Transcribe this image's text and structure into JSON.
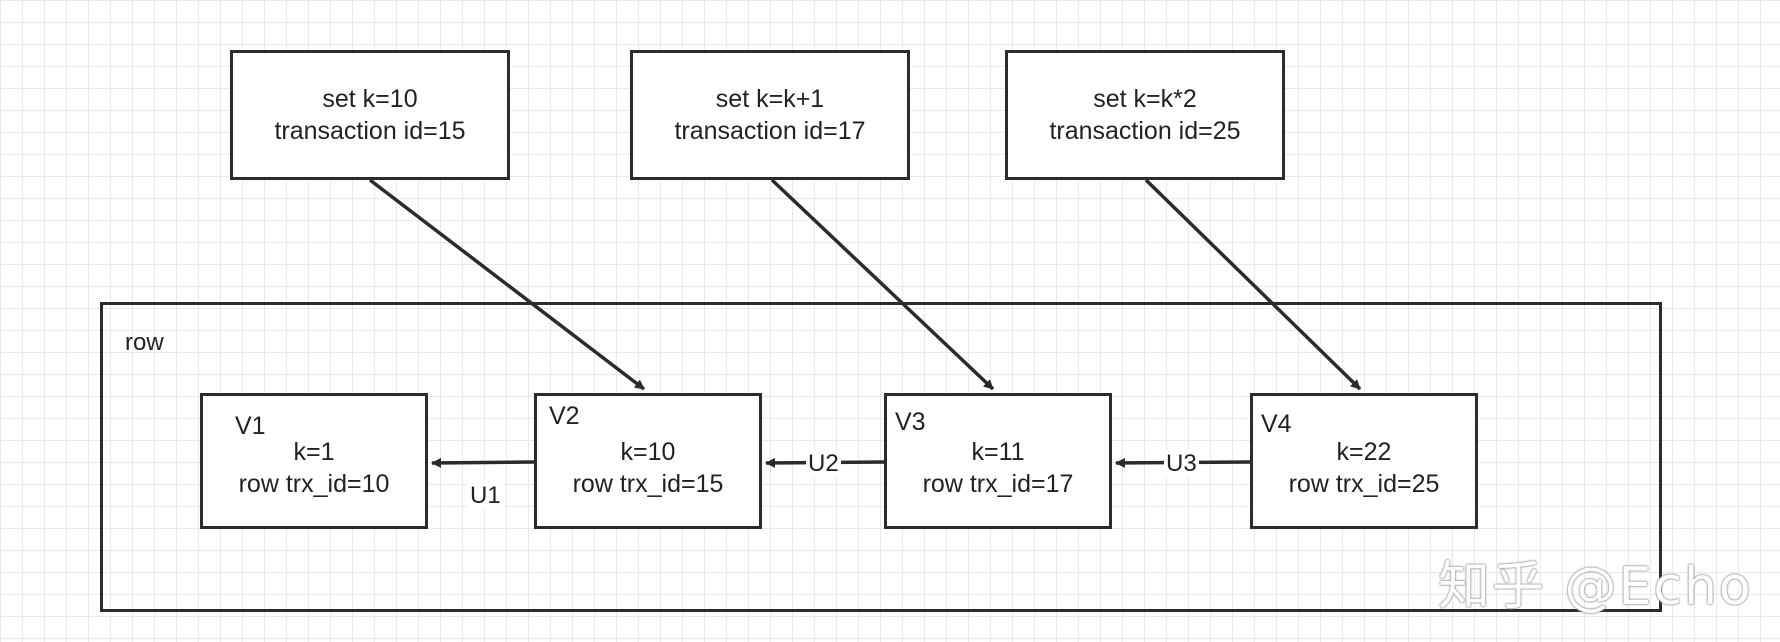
{
  "transactions": [
    {
      "line1": "set k=10",
      "line2": "transaction id=15"
    },
    {
      "line1": "set k=k+1",
      "line2": "transaction id=17"
    },
    {
      "line1": "set k=k*2",
      "line2": "transaction id=25"
    }
  ],
  "row": {
    "label": "row",
    "versions": [
      {
        "tag": "V1",
        "value": "k=1",
        "trx": "row trx_id=10"
      },
      {
        "tag": "V2",
        "value": "k=10",
        "trx": "row trx_id=15"
      },
      {
        "tag": "V3",
        "value": "k=11",
        "trx": "row trx_id=17"
      },
      {
        "tag": "V4",
        "value": "k=22",
        "trx": "row trx_id=25"
      }
    ],
    "undo_labels": [
      "U1",
      "U2",
      "U3"
    ]
  },
  "watermark": "知乎 @Echo"
}
